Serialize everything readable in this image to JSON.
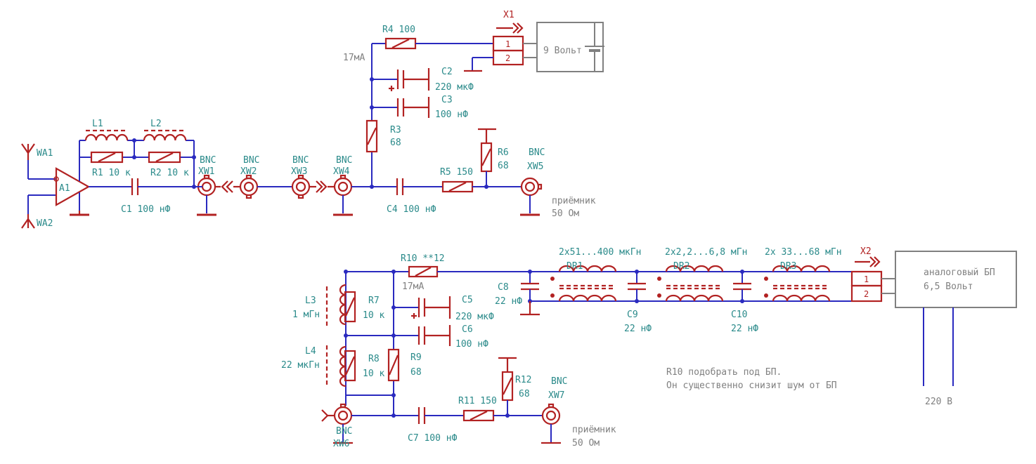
{
  "colors": {
    "component": "#b22222",
    "wire": "#2a2abf",
    "label": "#2a8a8a",
    "note": "#808080"
  },
  "top": {
    "ant1": "WA1",
    "ant2": "WA2",
    "amp": "A1",
    "L1": "L1",
    "L2": "L2",
    "R1": "R1 10 к",
    "R2": "R2 10 к",
    "C1": "C1 100 нФ",
    "xw1_type": "BNC",
    "xw1": "XW1",
    "xw2_type": "BNC",
    "xw2": "XW2",
    "xw3_type": "BNC",
    "xw3": "XW3",
    "xw4_type": "BNC",
    "xw4": "XW4",
    "xw5_type": "BNC",
    "xw5": "XW5",
    "R4": "R4  100",
    "current": "17мА",
    "C2": "C2",
    "C2v": "220 мкФ",
    "C3": "C3",
    "C3v": "100 нФ",
    "R3": "R3",
    "R3v": "68",
    "R5": "R5  150",
    "R6": "R6",
    "R6v": "68",
    "C4": "C4  100 нФ",
    "rx1": "приёмник",
    "rx2": "50 Ом",
    "X1": "X1",
    "pin1": "1",
    "pin2": "2",
    "battery": "9 Вольт"
  },
  "bottom": {
    "R10": "R10 **12",
    "current": "17мА",
    "L3": "L3",
    "L3v": "1 мГн",
    "L4": "L4",
    "L4v": "22 мкГн",
    "R7": "R7",
    "R7v": "10 к",
    "R8": "R8",
    "R8v": "10 к",
    "R9": "R9",
    "R9v": "68",
    "C5": "C5",
    "C5v": "220 мкФ",
    "C6": "C6",
    "C6v": "100 нФ",
    "C7": "C7  100 нФ",
    "R11": "R11  150",
    "R12": "R12",
    "R12v": "68",
    "xw6_type": "BNC",
    "xw6": "XW6",
    "xw7_type": "BNC",
    "xw7": "XW7",
    "rx1": "приёмник",
    "rx2": "50 Ом",
    "C8": "C8",
    "C8v": "22 нФ",
    "C9": "C9",
    "C9v": "22 нФ",
    "C10": "C10",
    "C10v": "22 нФ",
    "DR1": "DR1",
    "DR1v": "2х51...400 мкГн",
    "DR2": "DR2",
    "DR2v": "2х2,2...6,8 мГн",
    "DR3": "DR3",
    "DR3v": "2х 33...68 мГн",
    "X2": "X2",
    "pin1": "1",
    "pin2": "2",
    "psu1": "аналоговый БП",
    "psu2": "6,5 Вольт",
    "mains": "220 В",
    "note1": "R10 подобрать под БП.",
    "note2": "Он существенно снизит шум от БП"
  }
}
